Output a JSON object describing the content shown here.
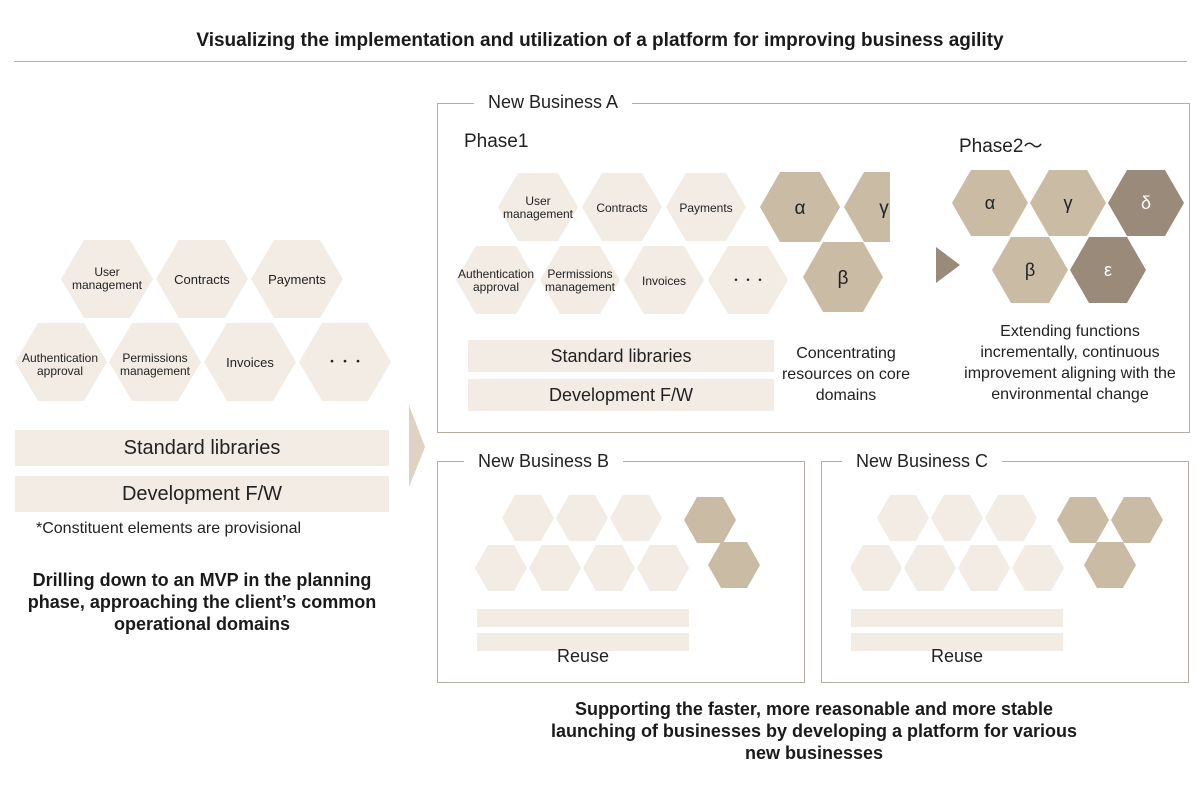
{
  "title": "Visualizing the implementation and utilization of a platform for improving business agility",
  "left": {
    "hexes": [
      "User management",
      "Contracts",
      "Payments",
      "Authentication approval",
      "Permissions management",
      "Invoices",
      "・・・"
    ],
    "standard_libraries": "Standard libraries",
    "development_fw": "Development F/W",
    "note": "*Constituent elements are provisional",
    "caption": "Drilling down to an MVP in the planning phase, approaching the client’s common operational domains"
  },
  "business_a": {
    "label": "New Business A",
    "phase1": {
      "label": "Phase1",
      "hexes": [
        "User management",
        "Contracts",
        "Payments",
        "Authentication approval",
        "Permissions management",
        "Invoices",
        "・・・"
      ],
      "core_hexes": [
        "α",
        "γ",
        "β"
      ],
      "standard_libraries": "Standard libraries",
      "development_fw": "Development F/W",
      "caption": "Concentrating resources on core domains"
    },
    "phase2": {
      "label": "Phase2～",
      "hexes": [
        "α",
        "γ",
        "δ",
        "β",
        "ε"
      ],
      "caption": "Extending functions incrementally, continuous improvement aligning with the environmental change"
    }
  },
  "business_b": {
    "label": "New Business B",
    "reuse": "Reuse"
  },
  "business_c": {
    "label": "New Business C",
    "reuse": "Reuse"
  },
  "bottom_caption": "Supporting the faster, more reasonable and more stable launching of businesses by developing a platform for various new businesses",
  "colors": {
    "light": "#f2ece5",
    "tan": "#c9bba4",
    "dark": "#9a8a7a",
    "rule": "#b5ad9f"
  }
}
